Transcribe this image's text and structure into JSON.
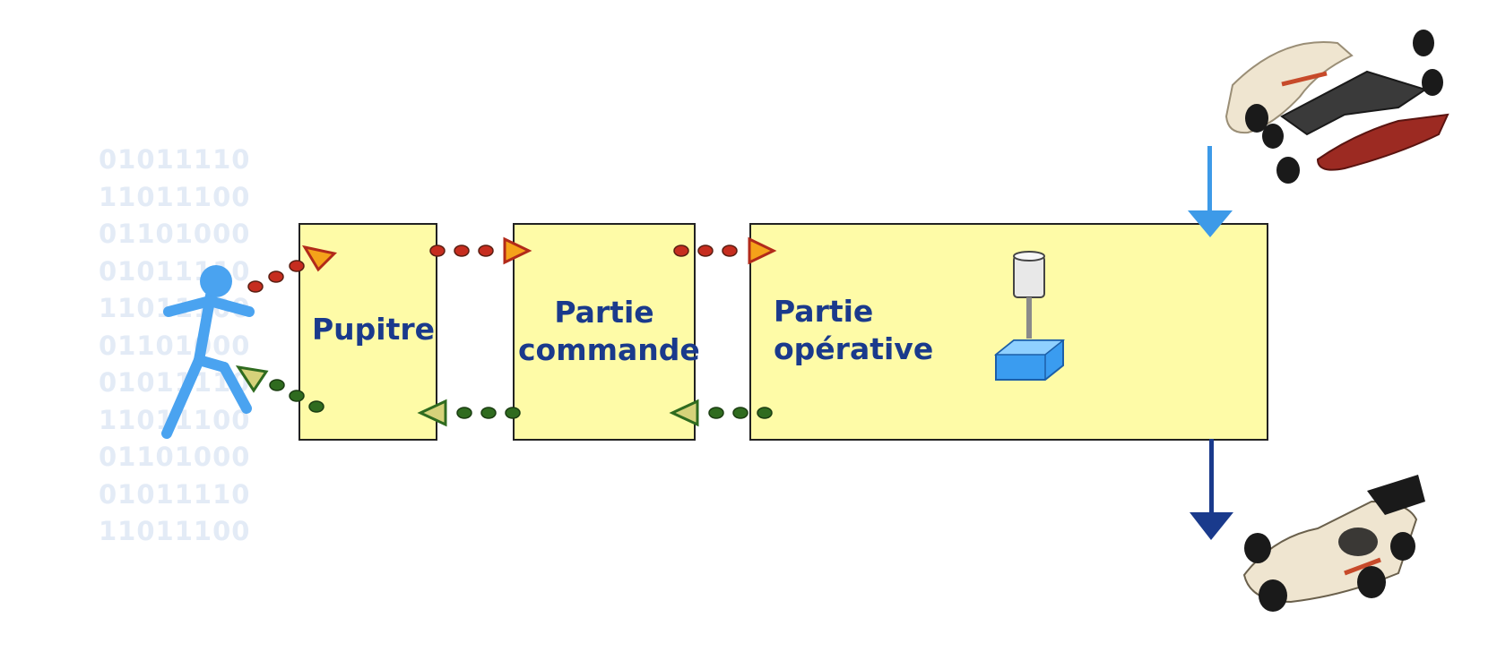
{
  "binary_background": [
    "01011110",
    "11011100",
    "01101000",
    "01011110",
    "11011100",
    "01101000",
    "01011110",
    "11011100",
    "01101000",
    "01011110",
    "11011100"
  ],
  "boxes": {
    "pupitre": "Pupitre",
    "commande": [
      "Partie",
      "commande"
    ],
    "operative": [
      "Partie",
      "opérative"
    ]
  },
  "colors": {
    "box_fill": "#fefba7",
    "label": "#1a3a8c",
    "order_signal": "#c62d1f",
    "report_signal": "#2f6b1f",
    "raw_material_arrow": "#3d9ae8",
    "product_arrow": "#1a3a8c",
    "operator": "#4aa3f0"
  },
  "icons": [
    "operator-icon",
    "machine-tool-icon",
    "raw-parts-image",
    "finished-car-image"
  ]
}
